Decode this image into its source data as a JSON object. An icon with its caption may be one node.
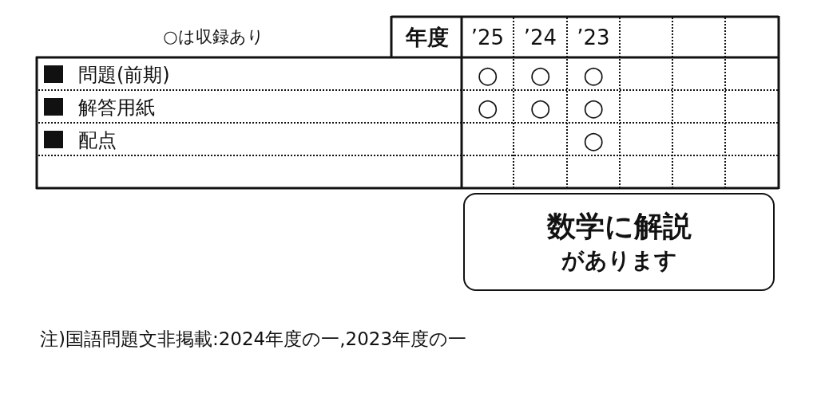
{
  "diagram": {
    "nodes": [
      {
        "text": [
          "数学に解説",
          "があります"
        ]
      }
    ],
    "edges": [],
    "labels": [
      "○は収録あり",
      "年度",
      "’25",
      "’24",
      "’23",
      "問題(前期)",
      "○",
      "○",
      "○",
      "解答用紙",
      "○",
      "○",
      "○",
      "配点",
      "○",
      "注)国語問題文非掲載:2024年度の一,2023年度の一"
    ]
  }
}
